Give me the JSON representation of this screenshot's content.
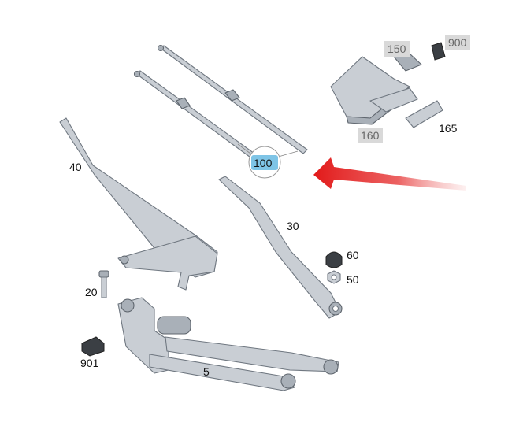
{
  "parts": {
    "p5": "5",
    "p20": "20",
    "p30": "30",
    "p40": "40",
    "p50": "50",
    "p60": "60",
    "p100": "100",
    "p150": "150",
    "p160": "160",
    "p165": "165",
    "p900": "900",
    "p901": "901"
  },
  "colors": {
    "highlight_circle": "#7ec4e6",
    "arrow": "#e21a1a",
    "part_fill": "#c9ced4"
  }
}
